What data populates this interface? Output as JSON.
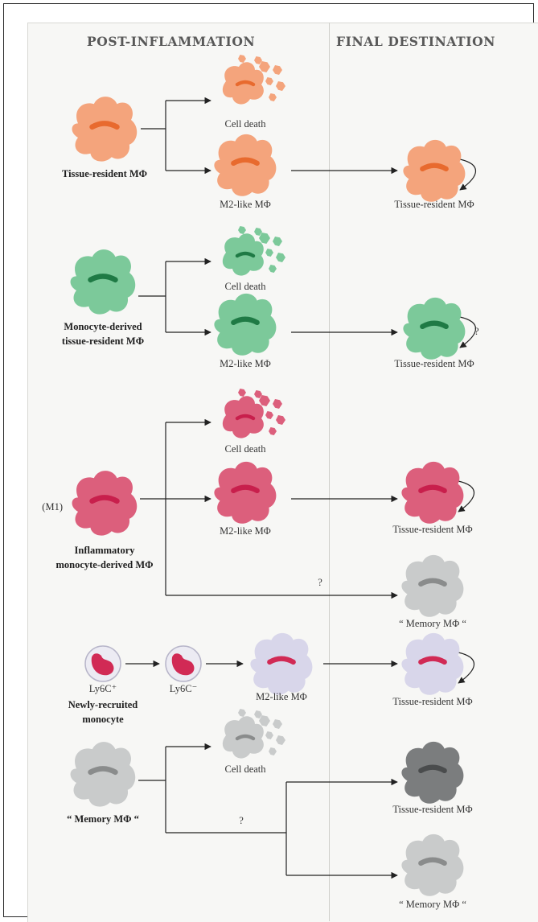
{
  "headers": {
    "post_inflammation": "POST-INFLAMMATION",
    "final_destination": "FINAL  DESTINATION"
  },
  "rows": {
    "tissue_resident": {
      "source_label": "Tissue-resident MΦ",
      "cell_death": "Cell death",
      "m2": "M2-like MΦ",
      "final": "Tissue-resident MΦ",
      "color": "#f4a47c",
      "nucleus": "#e86a2e"
    },
    "monocyte_derived": {
      "source_label_1": "Monocyte-derived",
      "source_label_2": "tissue-resident MΦ",
      "cell_death": "Cell death",
      "m2": "M2-like MΦ",
      "question": "?",
      "final": "Tissue-resident MΦ",
      "color": "#7cc99a",
      "nucleus": "#1f7a45"
    },
    "inflammatory": {
      "prefix": "(M1)",
      "source_label_1": "Inflammatory",
      "source_label_2": "monocyte-derived MΦ",
      "cell_death": "Cell death",
      "m2": "M2-like MΦ",
      "final": "Tissue-resident MΦ",
      "question": "?",
      "memory": "“ Memory MΦ “",
      "color": "#dc5f7c",
      "nucleus": "#c81f4c"
    },
    "newly_recruited": {
      "ly6c_1": "Ly6C⁺",
      "ly6c_2": "Ly6C⁻",
      "source_label_1": "Newly-recruited",
      "source_label_2": "monocyte",
      "m2": "M2-like MΦ",
      "final": "Tissue-resident MΦ",
      "color": "#d8d6ea",
      "nucleus": "#d12a55"
    },
    "memory": {
      "source_label": "“ Memory MΦ “",
      "cell_death": "Cell death",
      "question": "?",
      "final_1": "Tissue-resident MΦ",
      "final_2": "“ Memory MΦ “",
      "color": "#c9cbcb",
      "nucleus": "#8a8c8c",
      "final_dark": "#7b7d7e",
      "final_dark_nucleus": "#4a4c4d"
    }
  }
}
